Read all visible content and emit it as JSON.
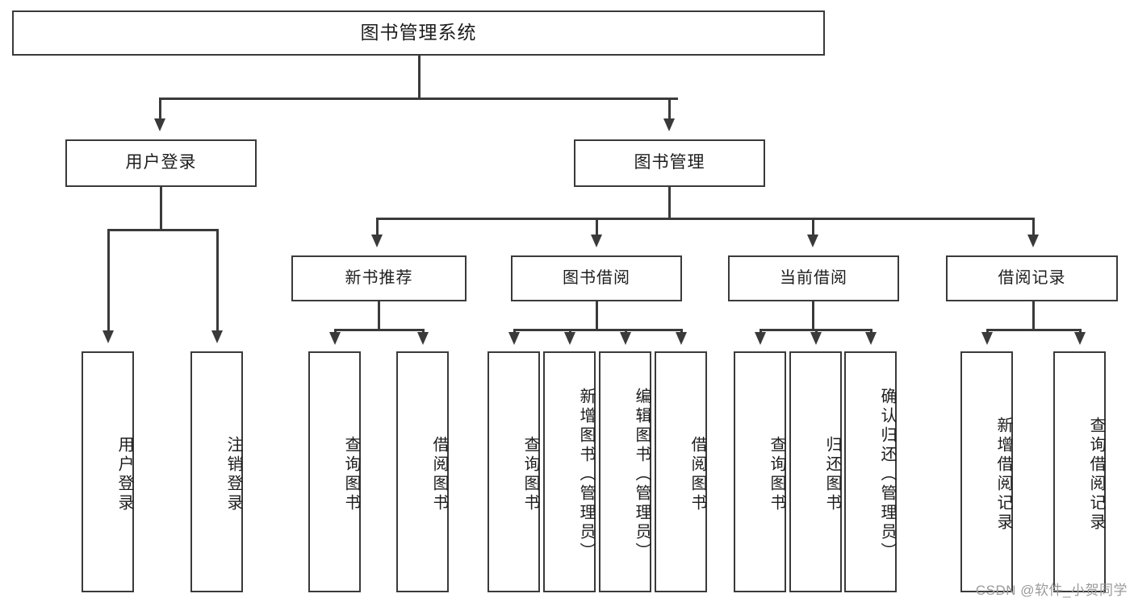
{
  "diagram": {
    "title": "图书管理系统",
    "type": "tree-hierarchy",
    "root": {
      "label": "图书管理系统"
    },
    "level2": [
      {
        "label": "用户登录"
      },
      {
        "label": "图书管理"
      }
    ],
    "level3": [
      {
        "label": "新书推荐"
      },
      {
        "label": "图书借阅"
      },
      {
        "label": "当前借阅"
      },
      {
        "label": "借阅记录"
      }
    ],
    "leaves": {
      "user_login": [
        {
          "label": "用户登录"
        },
        {
          "label": "注销登录"
        }
      ],
      "new_book_recommend": [
        {
          "label": "查询图书"
        },
        {
          "label": "借阅图书"
        }
      ],
      "book_borrow": [
        {
          "label": "查询图书"
        },
        {
          "label": "新增图书（管理员）"
        },
        {
          "label": "编辑图书（管理员）"
        },
        {
          "label": "借阅图书"
        }
      ],
      "current_borrow": [
        {
          "label": "查询图书"
        },
        {
          "label": "归还图书"
        },
        {
          "label": "确认归还（管理员）"
        }
      ],
      "borrow_record": [
        {
          "label": "新增借阅记录"
        },
        {
          "label": "查询借阅记录"
        }
      ]
    }
  },
  "watermark": {
    "text": "CSDN @软件_小贺同学"
  },
  "colors": {
    "stroke": "#3a3a3a",
    "background": "#ffffff",
    "text": "#1d1d1d",
    "watermark": "#9a9a9a"
  }
}
